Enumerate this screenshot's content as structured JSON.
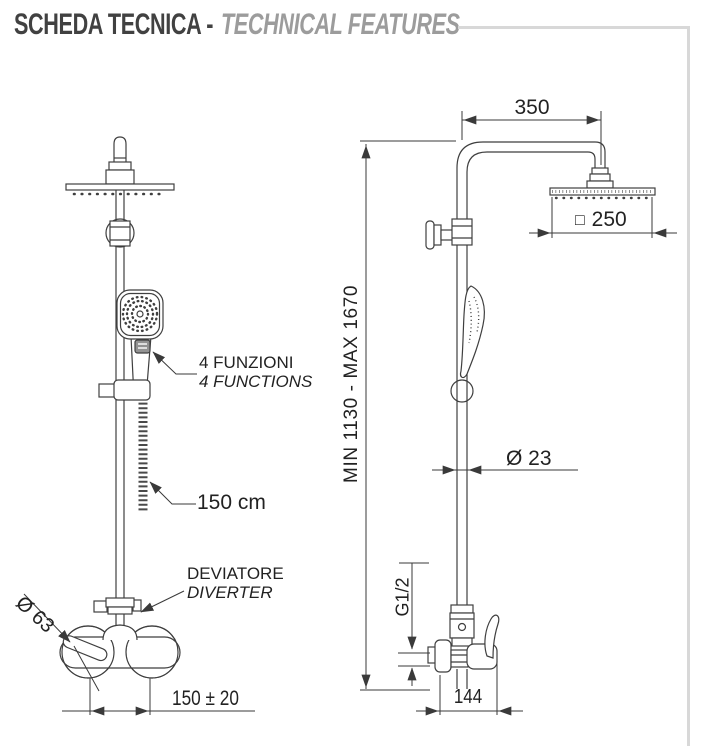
{
  "header": {
    "title_primary": "SCHEDA TECNICA -",
    "title_secondary": "TECHNICAL FEATURES"
  },
  "front_view": {
    "functions_label_it": "4 FUNZIONI",
    "functions_label_en": "4 FUNCTIONS",
    "hose_length_label": "150 cm",
    "diverter_label_it": "DEVIATORE",
    "diverter_label_en": "DIVERTER",
    "escutcheon_diameter_label": "Ø 63",
    "inlet_spacing_label": "150 ± 20"
  },
  "side_view": {
    "arm_projection_label": "350",
    "head_square_symbol": "□",
    "head_size_label": "250",
    "height_range_label": "MIN 1130 - MAX 1670",
    "pipe_diameter_label": "Ø 23",
    "thread_label": "G1/2",
    "wall_depth_label": "144"
  },
  "colors": {
    "line": "#3f3f3f",
    "dimension_text": "#222222",
    "title_primary": "#414141",
    "title_secondary": "#9c9c9c",
    "frame": "#d8d8d8"
  }
}
